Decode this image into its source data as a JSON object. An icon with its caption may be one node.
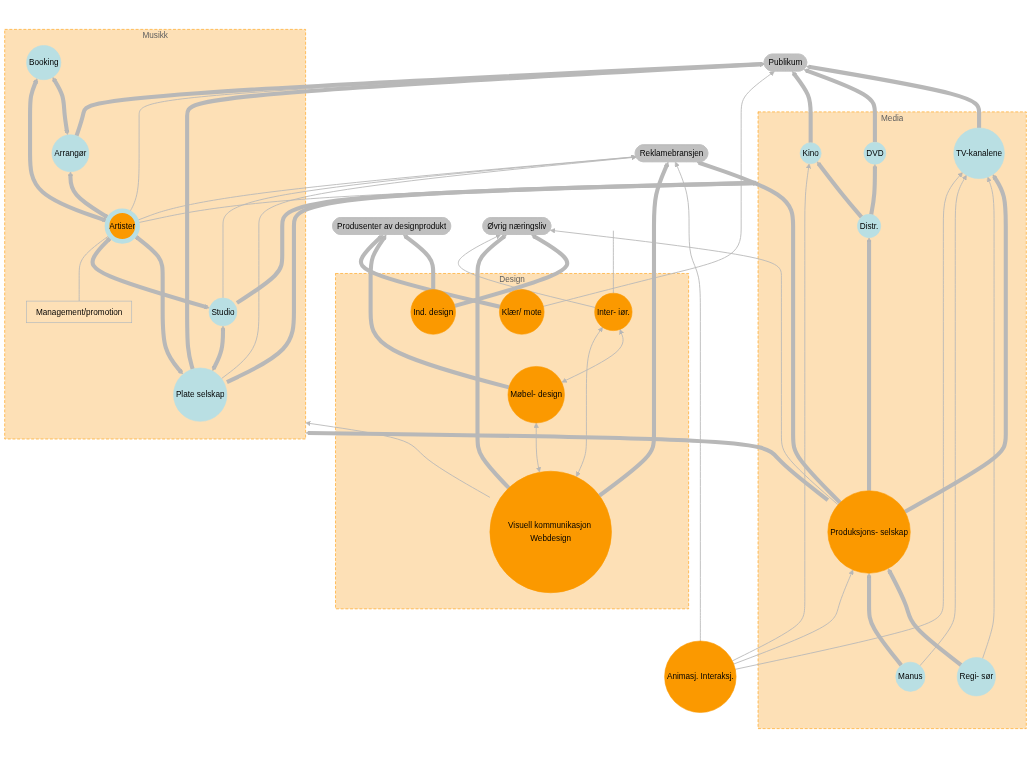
{
  "diagram": {
    "nodes": [
      {
        "text": [
          "Publikum"
        ]
      },
      {
        "text": [
          "Media"
        ]
      },
      {
        "text": [
          "TV-kanalene"
        ],
        "in": 1
      },
      {
        "text": [
          "DVD"
        ],
        "in": 1
      },
      {
        "text": [
          "Kino"
        ],
        "in": 1
      },
      {
        "text": [
          "Distr."
        ],
        "in": 1
      },
      {
        "text": [
          "Regi- sør"
        ],
        "in": 1
      },
      {
        "text": [
          "Manus"
        ],
        "in": 1
      },
      {
        "text": [
          "Produksjons- selskap"
        ],
        "in": 1
      },
      {
        "text": [
          "Musikk"
        ]
      },
      {
        "text": [
          "Plate selskap"
        ],
        "in": 9
      },
      {
        "text": [
          "Studio"
        ],
        "in": 9
      },
      {
        "text": [
          "Artister"
        ],
        "in": 9
      },
      {
        "text": [
          "Arrangør"
        ],
        "in": 9
      },
      {
        "text": [
          "Booking"
        ],
        "in": 9
      },
      {
        "text": [
          "Management/promotion"
        ],
        "in": 9
      },
      {
        "text": [
          "Reklamebransjen"
        ]
      },
      {
        "text": [
          "Produsenter av designprodukt"
        ]
      },
      {
        "text": [
          "Animasj. Interaksj."
        ]
      },
      {
        "text": [
          "Design"
        ]
      },
      {
        "text": [
          "Klær/ mote"
        ],
        "in": 19
      },
      {
        "text": [
          "Ind. design"
        ],
        "in": 19
      },
      {
        "text": [
          "Visuell kommunikasjon Webdesign"
        ],
        "in": 19
      },
      {
        "text": [
          "Møbel- design"
        ],
        "in": 19
      },
      {
        "text": [
          "Inter- iør."
        ],
        "in": 19
      },
      {
        "text": [
          "Øvrig næringsliv"
        ]
      }
    ],
    "edges": [
      {
        "from": 2,
        "to": 0,
        "arrow": "to"
      },
      {
        "from": 3,
        "to": 0,
        "arrow": "to"
      },
      {
        "from": 4,
        "to": 0,
        "arrow": "to"
      },
      {
        "from": 10,
        "to": 0,
        "arrow": "to"
      },
      {
        "from": 12,
        "to": 0,
        "arrow": "to"
      },
      {
        "from": 13,
        "to": 0,
        "arrow": "to"
      },
      {
        "from": 5,
        "to": 3,
        "arrow": "to"
      },
      {
        "from": 5,
        "to": 4,
        "arrow": "to"
      },
      {
        "from": 8,
        "to": 5,
        "arrow": "to"
      },
      {
        "from": 8,
        "to": 2,
        "arrow": "to"
      },
      {
        "from": 6,
        "to": 2,
        "arrow": "to"
      },
      {
        "from": 7,
        "to": 2,
        "arrow": "to"
      },
      {
        "from": 6,
        "to": 8,
        "arrow": "to"
      },
      {
        "from": 7,
        "to": 8,
        "arrow": "to"
      },
      {
        "from": 18,
        "to": 2,
        "arrow": "to"
      },
      {
        "from": 18,
        "to": 4,
        "arrow": "to"
      },
      {
        "from": 18,
        "to": 8,
        "arrow": "to"
      },
      {
        "from": 18,
        "to": 16,
        "arrow": "to"
      },
      {
        "from": 8,
        "to": 9,
        "arrow": "to"
      },
      {
        "from": 8,
        "to": 16,
        "arrow": "to"
      },
      {
        "from": 8,
        "to": 25,
        "arrow": "to"
      },
      {
        "from": 10,
        "to": 1,
        "arrow": "to"
      },
      {
        "from": 11,
        "to": 1,
        "arrow": "to"
      },
      {
        "from": 12,
        "to": 1,
        "arrow": "to"
      },
      {
        "from": 10,
        "to": 16,
        "arrow": "to"
      },
      {
        "from": 11,
        "to": 16,
        "arrow": "to"
      },
      {
        "from": 12,
        "to": 16,
        "arrow": "to"
      },
      {
        "from": 10,
        "to": 11,
        "arrow": "both"
      },
      {
        "from": 10,
        "to": 12,
        "arrow": "both"
      },
      {
        "from": 11,
        "to": 12,
        "arrow": "both"
      },
      {
        "from": 12,
        "to": 13,
        "arrow": "both"
      },
      {
        "from": 13,
        "to": 14,
        "arrow": "both"
      },
      {
        "from": 12,
        "to": 14,
        "arrow": "both"
      },
      {
        "from": 15,
        "to": 12,
        "arrow": "none"
      },
      {
        "from": 22,
        "to": 9,
        "arrow": "to"
      },
      {
        "from": 22,
        "to": 16,
        "arrow": "to"
      },
      {
        "from": 21,
        "to": 17,
        "arrow": "to"
      },
      {
        "from": 23,
        "to": 17,
        "arrow": "to"
      },
      {
        "from": 20,
        "to": 17,
        "arrow": "to"
      },
      {
        "from": 21,
        "to": 25,
        "arrow": "to"
      },
      {
        "from": 22,
        "to": 25,
        "arrow": "to"
      },
      {
        "from": 24,
        "to": 25,
        "arrow": "to"
      },
      {
        "from": 22,
        "to": 23,
        "arrow": "both"
      },
      {
        "from": 23,
        "to": 24,
        "arrow": "both"
      },
      {
        "from": 22,
        "to": 24,
        "arrow": "both"
      },
      {
        "from": 20,
        "to": 0,
        "arrow": "to"
      },
      {
        "from": 24,
        "to": null,
        "arrow": "none"
      }
    ]
  }
}
